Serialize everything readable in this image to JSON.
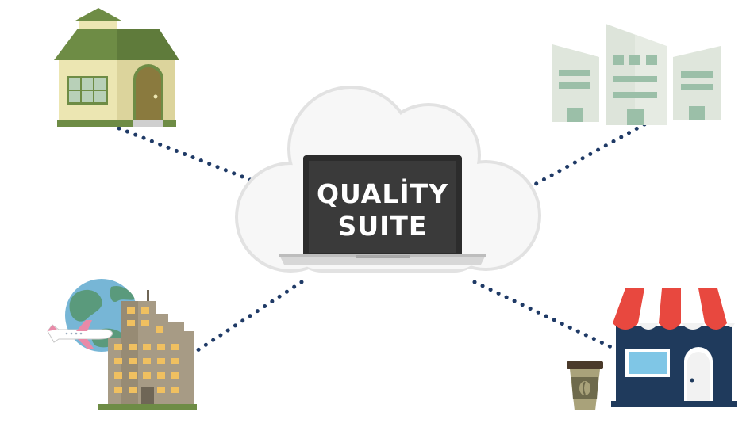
{
  "product": {
    "line1": "QUALİTY",
    "line2": "SUITE"
  },
  "colors": {
    "connector": "#1f3a66",
    "cloud": "#f5f5f5",
    "laptop_screen": "#3a3a3a",
    "house_roof": "#6e8c45",
    "house_wall": "#ece6b2",
    "shop_awning_red": "#e8483f",
    "shop_body": "#1f3a5c",
    "office_wall": "#dfe6dc",
    "office_window": "#9bbfa8",
    "hotel_body": "#a79b85",
    "hotel_window": "#f0c060",
    "globe_sea": "#77b6d6",
    "globe_land": "#5a9a7c"
  },
  "nodes": [
    {
      "id": "house",
      "icon": "house-icon"
    },
    {
      "id": "offices",
      "icon": "office-buildings-icon"
    },
    {
      "id": "hotel",
      "icon": "hotel-travel-icon"
    },
    {
      "id": "shop",
      "icon": "shop-icon"
    }
  ]
}
